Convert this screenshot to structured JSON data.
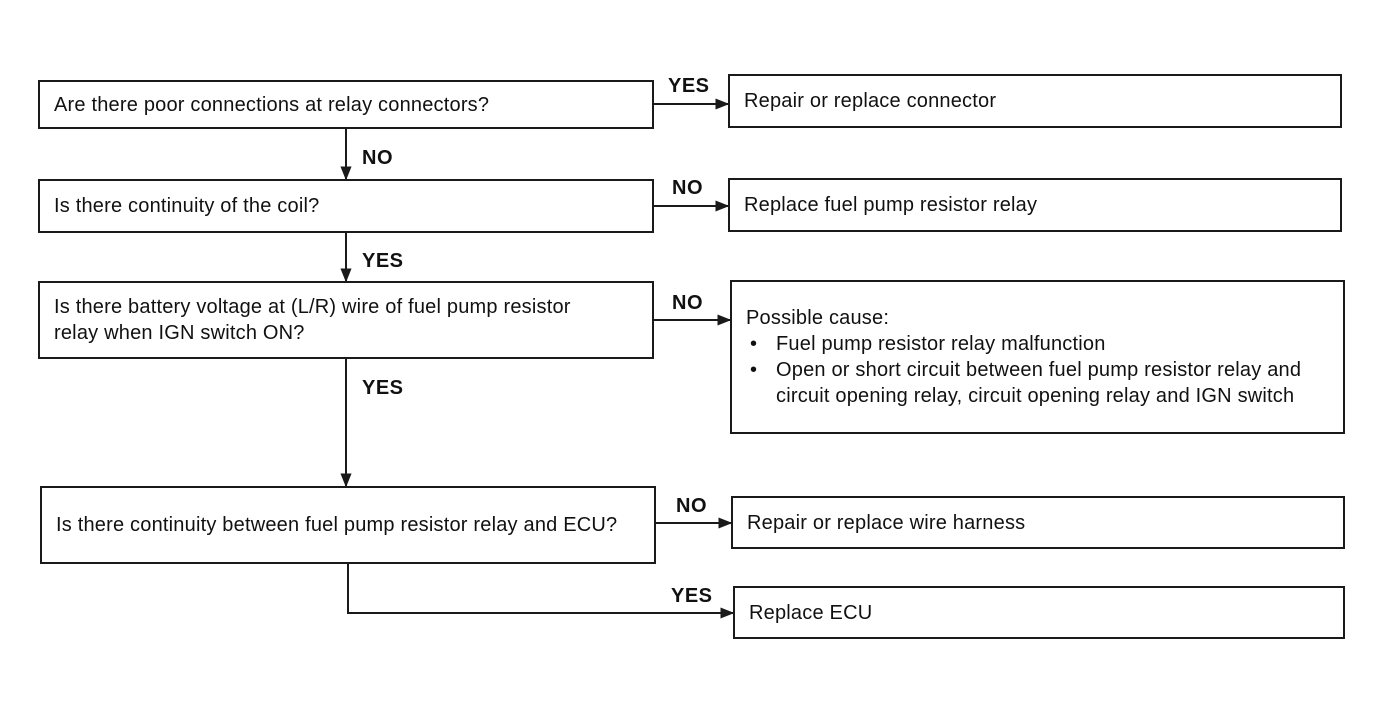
{
  "q1": {
    "text": "Are there poor connections at relay connectors?",
    "yes_label": "YES",
    "no_label": "NO"
  },
  "r1": {
    "text": "Repair or replace connector"
  },
  "q2": {
    "text": "Is there continuity of the coil?",
    "no_label": "NO",
    "yes_label": "YES"
  },
  "r2": {
    "text": "Replace fuel pump resistor relay"
  },
  "q3": {
    "text": "Is there battery voltage at (L/R) wire of fuel pump resistor relay when IGN switch ON?",
    "no_label": "NO",
    "yes_label": "YES"
  },
  "r3": {
    "title": "Possible cause:",
    "items": [
      "Fuel pump resistor relay malfunction",
      "Open or short circuit between fuel pump resistor relay and circuit opening relay, circuit opening relay and IGN switch"
    ]
  },
  "q4": {
    "text": "Is there continuity between fuel pump resistor relay and ECU?",
    "no_label": "NO",
    "yes_label": "YES"
  },
  "r4": {
    "text": "Repair or replace wire harness"
  },
  "r5": {
    "text": "Replace ECU"
  }
}
